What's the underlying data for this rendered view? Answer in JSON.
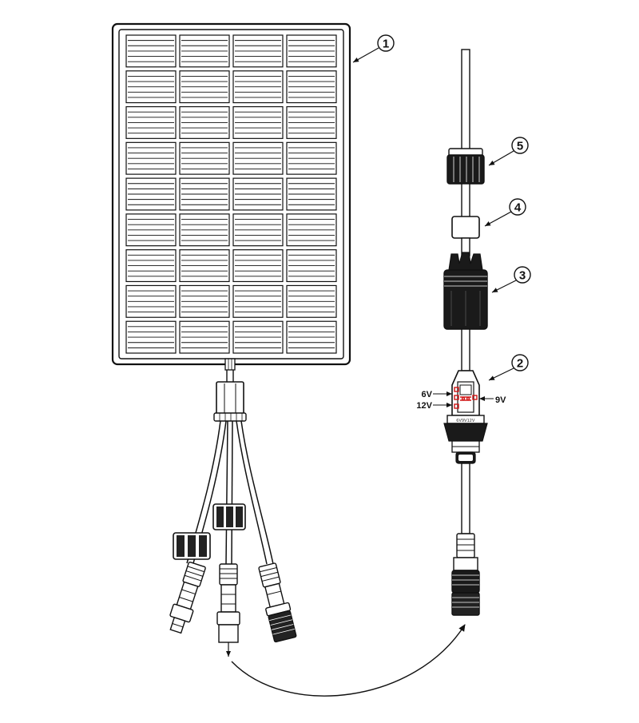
{
  "callouts": {
    "solar_panel": "1",
    "voltage_selector": "2",
    "cable_gland_body": "3",
    "seal_ring": "4",
    "gland_nut": "5"
  },
  "voltages": {
    "v6": "6V",
    "v9": "9V",
    "v12": "12V"
  },
  "connector_marking": "6V9V12V",
  "colors": {
    "line": "#111111",
    "panel_frame": "#ffffff",
    "selector_highlight": "#d01515",
    "arrow": "#111111"
  },
  "panel_grid": {
    "columns": 4,
    "rows": 9,
    "stripes_per_cell": 6
  }
}
